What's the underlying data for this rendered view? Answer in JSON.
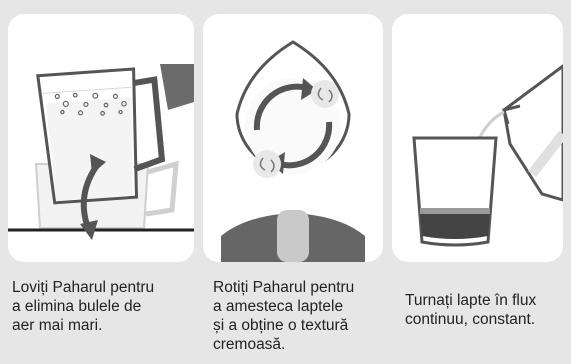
{
  "steps": [
    {
      "caption": "Loviți Paharul pentru\na elimina bulele de\naer mai mari.",
      "icon": "tap-pitcher-icon"
    },
    {
      "caption": "Rotiți Paharul pentru\na amesteca laptele\nși a obține o textură\ncremoasă.",
      "icon": "swirl-pitcher-icon"
    },
    {
      "caption": "Turnați lapte în flux\ncontinuu, constant.",
      "icon": "pour-milk-icon"
    }
  ],
  "colors": {
    "background": "#e6e6e6",
    "panel": "#ffffff",
    "illustration_dark": "#555555",
    "illustration_light": "#c9c9c9"
  }
}
